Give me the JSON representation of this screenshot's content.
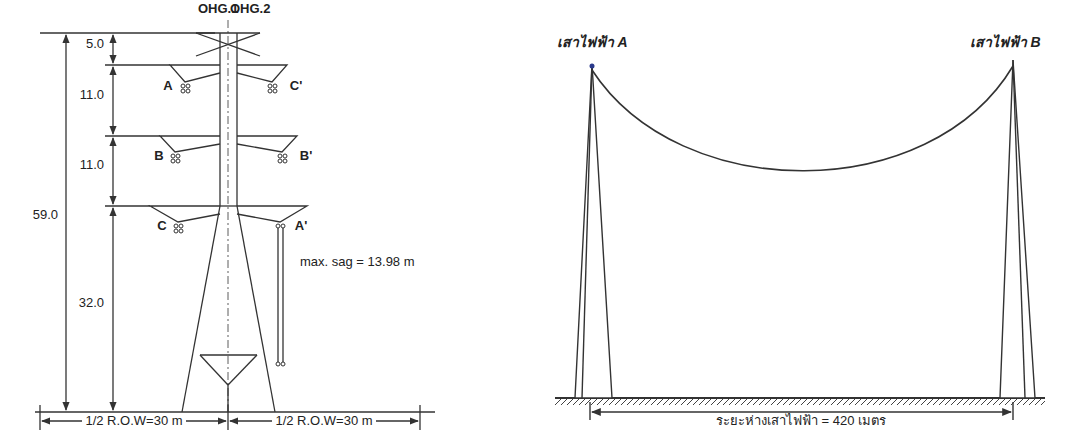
{
  "diagram": {
    "labels": [
      "OHG.1",
      "OHG.2",
      "5.0",
      "11.0",
      "11.0",
      "32.0",
      "59.0",
      "A",
      "C'",
      "B",
      "B'",
      "C",
      "A'",
      "max. sag = 13.98 m",
      "1/2 R.O.W=30 m",
      "1/2 R.O.W=30 m",
      "เสาไฟฟ้า A",
      "เสาไฟฟ้า B",
      "ระยะห่างเสาไฟฟ้า = 420 เมตร"
    ]
  }
}
